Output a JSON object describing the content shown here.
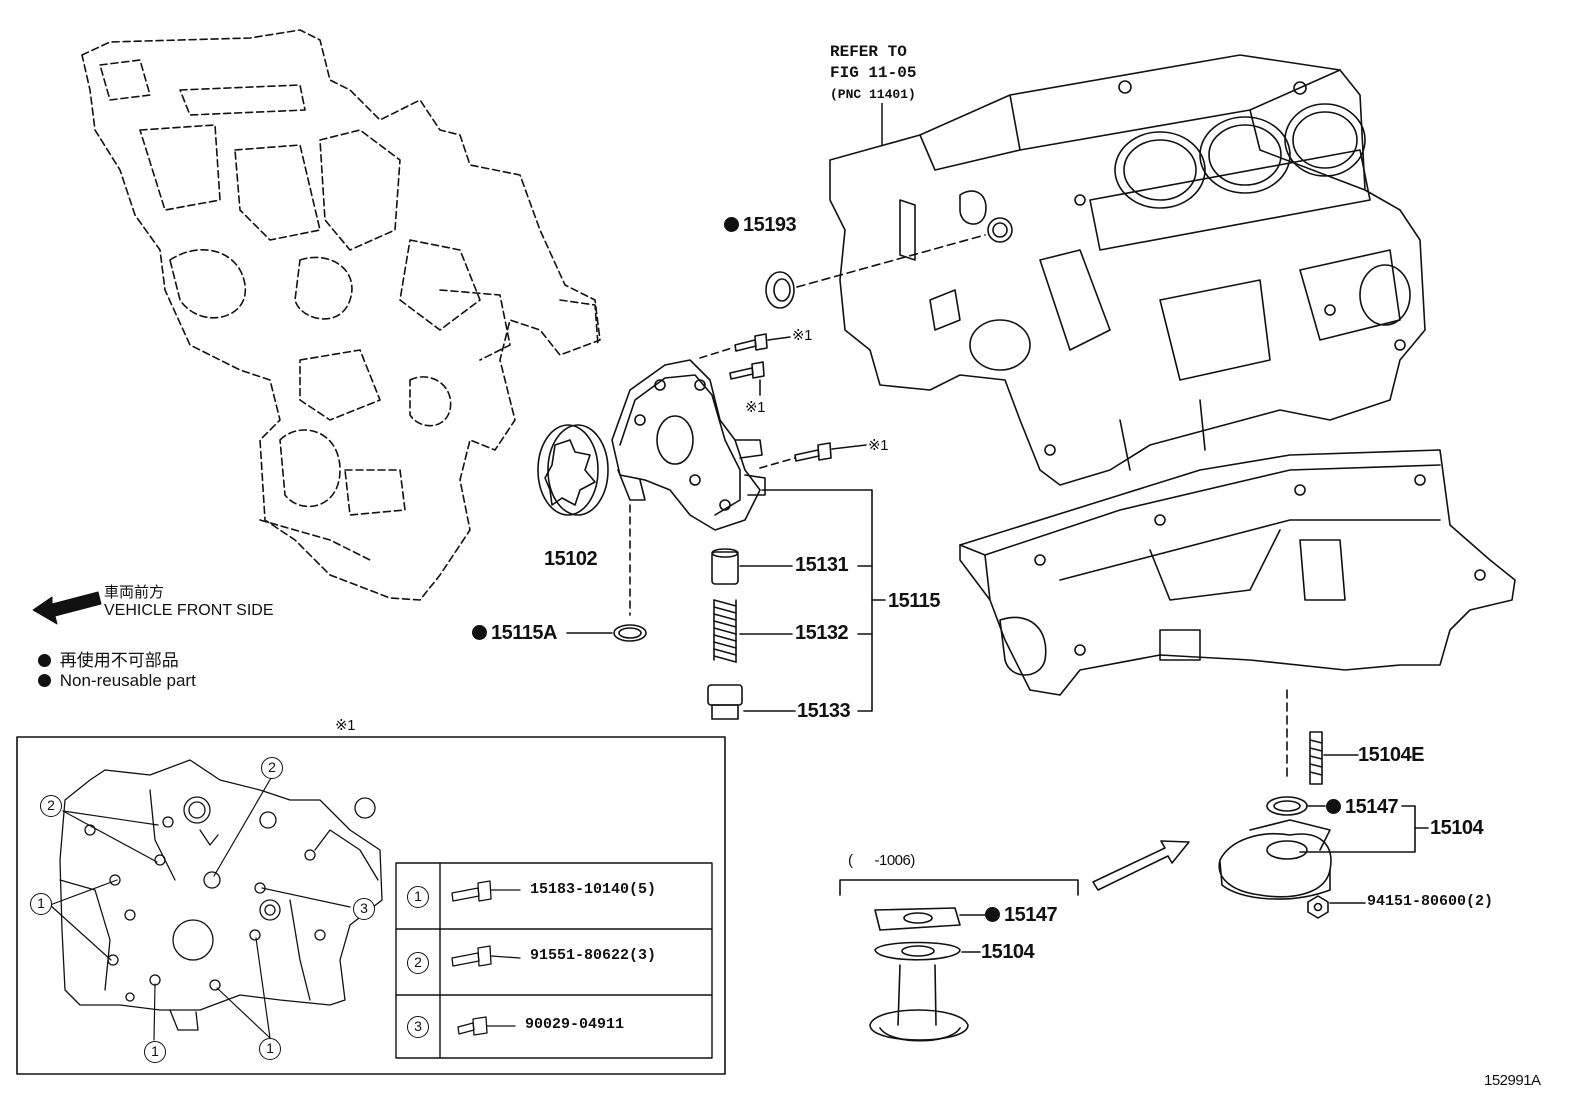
{
  "reference": {
    "line1": "REFER TO",
    "line2": "FIG 11-05",
    "line3": "(PNC 11401)"
  },
  "legend": {
    "front_jp": "車両前方",
    "front_en": "VEHICLE FRONT SIDE",
    "nonreuse_jp": "再使用不可部品",
    "nonreuse_en": "Non-reusable part"
  },
  "marks": {
    "note_mark": "※1"
  },
  "parts": {
    "p15193": "15193",
    "p15102": "15102",
    "p15115A": "15115A",
    "p15131": "15131",
    "p15132": "15132",
    "p15133": "15133",
    "p15115": "15115",
    "p15104E": "15104E",
    "p15147_right": "15147",
    "p15104_right": "15104",
    "p94151": "94151-80600(2)",
    "p15147_left": "15147",
    "p15104_left": "15104",
    "date_range": "(      -1006)"
  },
  "bolt_table": {
    "rows": [
      {
        "index": "1",
        "part": "15183-10140(5)"
      },
      {
        "index": "2",
        "part": "91551-80622(3)"
      },
      {
        "index": "3",
        "part": "90029-04911"
      }
    ]
  },
  "inset_callouts": [
    "1",
    "2",
    "3"
  ],
  "figure_id": "152991A"
}
